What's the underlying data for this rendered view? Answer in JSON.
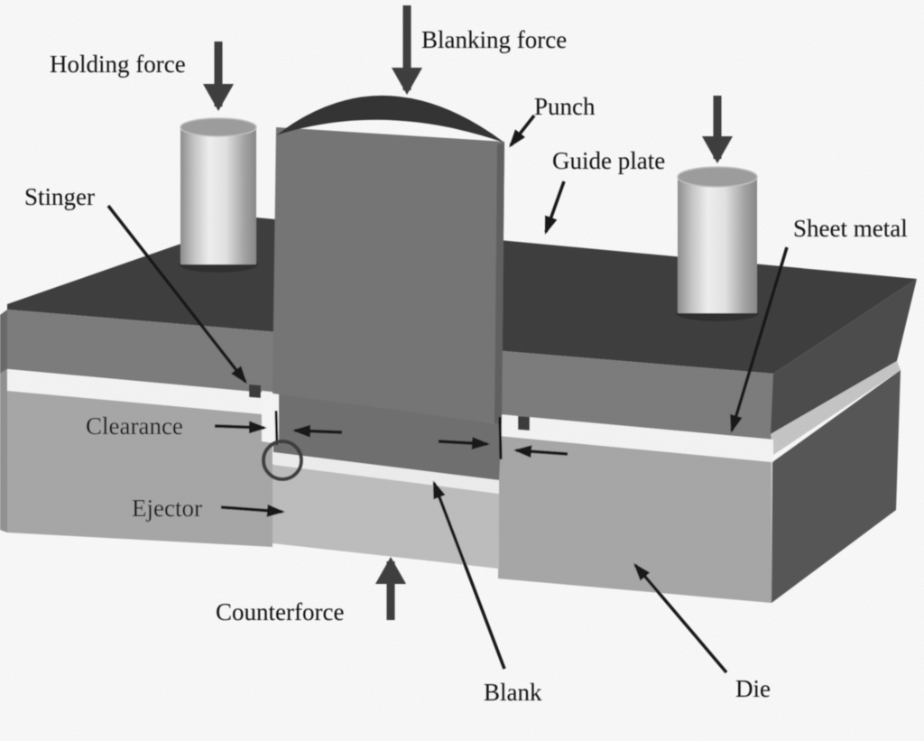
{
  "diagram": {
    "labels": {
      "holding_force": "Holding force",
      "blanking_force": "Blanking force",
      "punch": "Punch",
      "guide_plate": "Guide plate",
      "sheet_metal": "Sheet metal",
      "stinger": "Stinger",
      "clearance": "Clearance",
      "ejector": "Ejector",
      "counterforce": "Counterforce",
      "blank": "Blank",
      "die": "Die"
    },
    "colors": {
      "background": "#fdfdfd",
      "guide_plate_top": "#3d3d3d",
      "guide_plate_front": "#7d7d7d",
      "guide_plate_side": "#4c4c4c",
      "punch_body": "#767676",
      "punch_cap": "#333333",
      "punch_shadow": "#6f6f6f",
      "sheet_metal": "#f8f8f8",
      "sheet_metal_side": "#c8c8c8",
      "die_front": "#a9a9a9",
      "die_side": "#575757",
      "ejector": "#c0c0c0",
      "blank": "#f1f1f1"
    }
  }
}
